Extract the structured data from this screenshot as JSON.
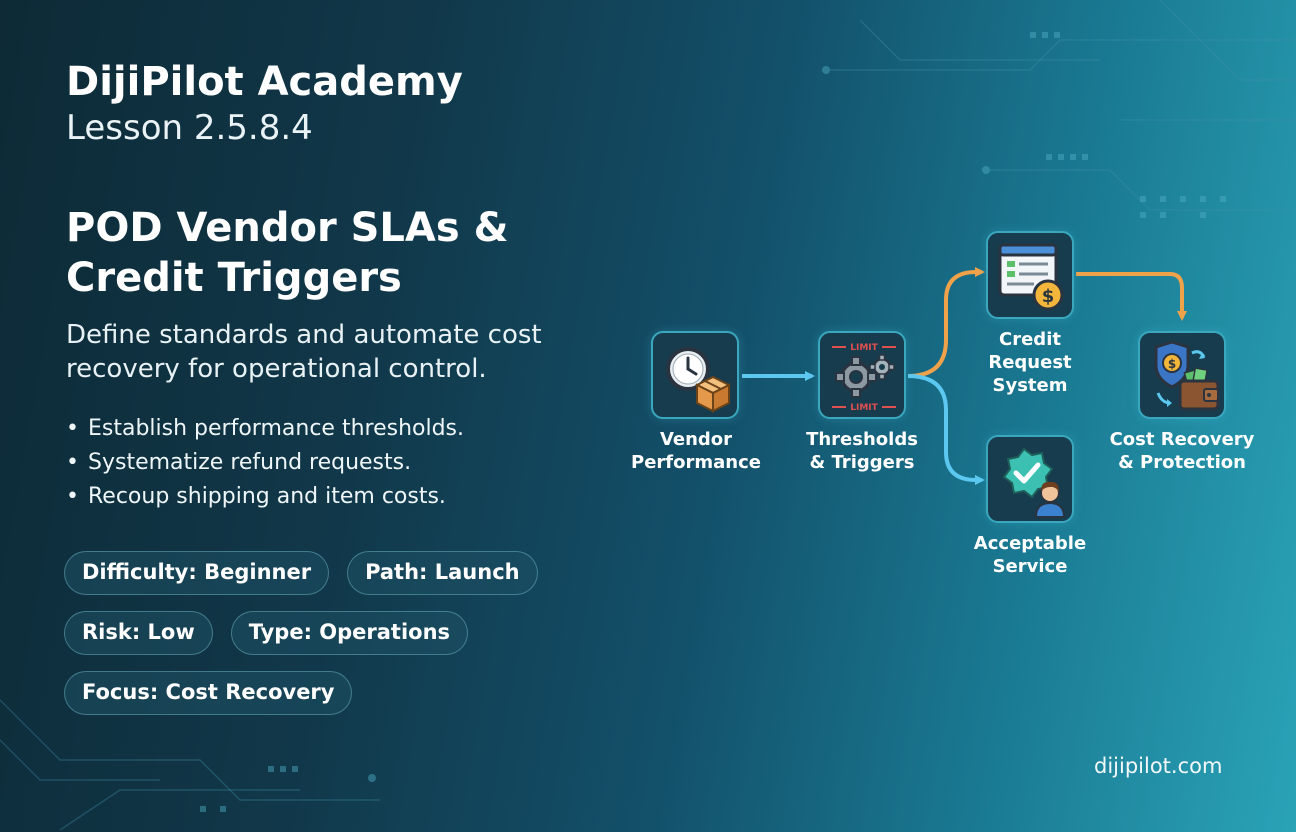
{
  "brand": {
    "title": "DijiPilot Academy",
    "lesson": "Lesson 2.5.8.4"
  },
  "lesson": {
    "title": "POD Vendor SLAs & Credit Triggers",
    "subtitle": "Define standards and automate cost recovery for operational control.",
    "bullets": [
      "Establish performance thresholds.",
      "Systematize refund requests.",
      "Recoup shipping and item costs."
    ]
  },
  "tags": {
    "difficulty": "Difficulty: Beginner",
    "path": "Path: Launch",
    "risk": "Risk: Low",
    "type": "Type: Operations",
    "focus": "Focus: Cost Recovery"
  },
  "flow": {
    "vendor_performance": {
      "label_1": "Vendor",
      "label_2": "Performance",
      "icon": "clock-package-icon"
    },
    "thresholds": {
      "label_1": "Thresholds",
      "label_2": "& Triggers",
      "limit_text": "LIMIT",
      "icon": "gears-limit-icon"
    },
    "credit_request": {
      "label_1": "Credit",
      "label_2": "Request",
      "label_3": "System",
      "icon": "invoice-dollar-icon"
    },
    "acceptable_service": {
      "label_1": "Acceptable",
      "label_2": "Service",
      "icon": "checkmark-person-icon"
    },
    "cost_recovery": {
      "label_1": "Cost Recovery",
      "label_2": "& Protection",
      "icon": "shield-wallet-icon"
    }
  },
  "footer": {
    "url": "dijipilot.com"
  },
  "colors": {
    "accent_blue": "#5cc8f0",
    "accent_orange": "#f0a24a",
    "node_border": "#3aa7bf",
    "node_fill": "#163c4d"
  }
}
